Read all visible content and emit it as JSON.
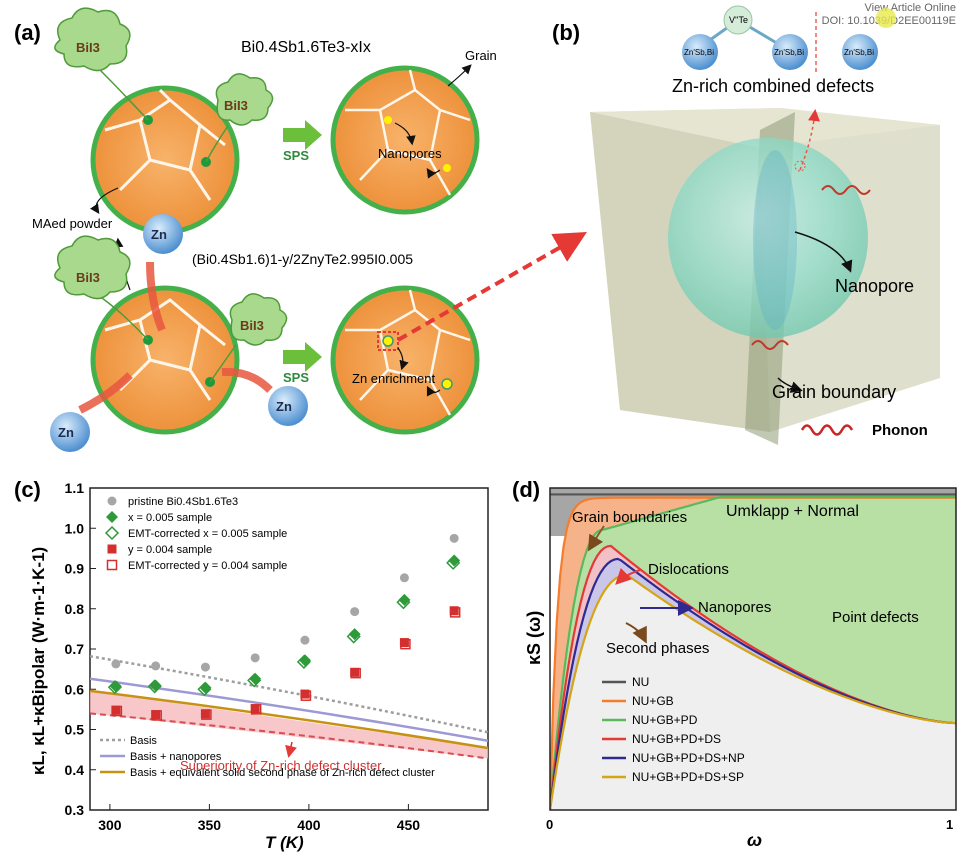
{
  "header": {
    "view": "View Article Online",
    "doi": "DOI: 10.1039/D2EE00119E"
  },
  "panel_a": {
    "label": "(a)",
    "formula_top": "Bi0.4Sb1.6Te3-xIx",
    "formula_bottom": "(Bi0.4Sb1.6)1-y/2ZnyTe2.995I0.005",
    "bii3": "BiI3",
    "sps": "SPS",
    "grain": "Grain",
    "nanopores": "Nanopores",
    "maed": "MAed powder",
    "zn": "Zn",
    "zn_enrichment": "Zn enrichment"
  },
  "panel_b": {
    "label": "(b)",
    "title": "Zn-rich combined defects",
    "v_te": "V''Te",
    "zn_sbbi": "Zn'Sb,Bi",
    "nanopore": "Nanopore",
    "grain_boundary": "Grain boundary",
    "phonon": "Phonon"
  },
  "panel_c": {
    "label": "(c)",
    "legend": [
      "pristine Bi0.4Sb1.6Te3",
      "x = 0.005 sample",
      "EMT-corrected x = 0.005 sample",
      "y = 0.004 sample",
      "EMT-corrected y = 0.004 sample"
    ],
    "line_legend": [
      "Basis",
      "Basis + nanopores",
      "Basis + equivalent solid second phase of Zn-rich defect cluster"
    ],
    "annotation": "Superiority of Zn-rich defect cluster",
    "ylabel": "κL, κL+κBipolar (W·m-1·K-1)",
    "xlabel": "T (K)"
  },
  "panel_d": {
    "label": "(d)",
    "regions": {
      "umklapp": "Umklapp + Normal",
      "grain": "Grain boundaries",
      "dislocations": "Dislocations",
      "nanopores": "Nanopores",
      "point": "Point defects",
      "second": "Second phases"
    },
    "legend": [
      "NU",
      "NU+GB",
      "NU+GB+PD",
      "NU+GB+PD+DS",
      "NU+GB+PD+DS+NP",
      "NU+GB+PD+DS+SP"
    ],
    "ylabel": "κS (ω)",
    "xlabel": "ω",
    "x0": "0",
    "x1": "1"
  },
  "chart_data": [
    {
      "type": "scatter",
      "x": [
        303,
        323,
        348,
        373,
        398,
        423,
        448,
        473
      ],
      "series": [
        {
          "name": "pristine Bi0.4Sb1.6Te3",
          "marker": "circle-gray",
          "values": [
            0.663,
            0.658,
            0.655,
            0.678,
            0.722,
            0.793,
            0.877,
            0.975
          ]
        },
        {
          "name": "x = 0.005 sample",
          "marker": "diamond-filled-green",
          "values": [
            0.607,
            0.609,
            0.604,
            0.626,
            0.672,
            0.737,
            0.822,
            0.92
          ]
        },
        {
          "name": "EMT-corrected x = 0.005 sample",
          "marker": "diamond-open-green",
          "values": [
            0.605,
            0.607,
            0.6,
            0.622,
            0.668,
            0.731,
            0.816,
            0.914
          ]
        },
        {
          "name": "y = 0.004 sample",
          "marker": "square-filled-red",
          "values": [
            0.548,
            0.537,
            0.539,
            0.552,
            0.588,
            0.642,
            0.716,
            0.795
          ]
        },
        {
          "name": "EMT-corrected y = 0.004 sample",
          "marker": "square-open-red",
          "values": [
            0.546,
            0.535,
            0.537,
            0.55,
            0.584,
            0.64,
            0.712,
            0.791
          ]
        }
      ],
      "lines": [
        {
          "name": "Basis",
          "x": [
            290,
            490
          ],
          "y": [
            0.682,
            0.493
          ]
        },
        {
          "name": "Basis + nanopores",
          "x": [
            290,
            490
          ],
          "y": [
            0.626,
            0.472
          ]
        },
        {
          "name": "Basis + equivalent solid second phase of Zn-rich defect cluster",
          "x": [
            290,
            490
          ],
          "y": [
            0.596,
            0.454
          ]
        },
        {
          "name": "",
          "x": [
            290,
            490
          ],
          "y": [
            0.54,
            0.428
          ]
        }
      ],
      "xlim": [
        290,
        490
      ],
      "ylim": [
        0.3,
        1.1
      ],
      "xticks": [
        300,
        350,
        400,
        450
      ],
      "yticks": [
        0.3,
        0.4,
        0.5,
        0.6,
        0.7,
        0.8,
        0.9,
        1.0,
        1.1
      ],
      "xlabel": "T (K)",
      "ylabel": "κL, κL+κBipolar (W·m-1·K-1)"
    },
    {
      "type": "line",
      "xlim": [
        0,
        1
      ],
      "series": [
        {
          "name": "NU",
          "peak_x": 0.0,
          "plateau": 0.98
        },
        {
          "name": "NU+GB",
          "peak_x": 0.05,
          "plateau": 0.97
        },
        {
          "name": "NU+GB+PD",
          "peak_x": 0.13,
          "peak": 0.87
        },
        {
          "name": "NU+GB+PD+DS",
          "peak_x": 0.15,
          "peak": 0.82
        },
        {
          "name": "NU+GB+PD+DS+NP",
          "peak_x": 0.17,
          "peak": 0.78
        },
        {
          "name": "NU+GB+PD+DS+SP",
          "peak_x": 0.19,
          "peak": 0.73
        }
      ],
      "xlabel": "ω",
      "ylabel": "κS (ω)"
    }
  ]
}
